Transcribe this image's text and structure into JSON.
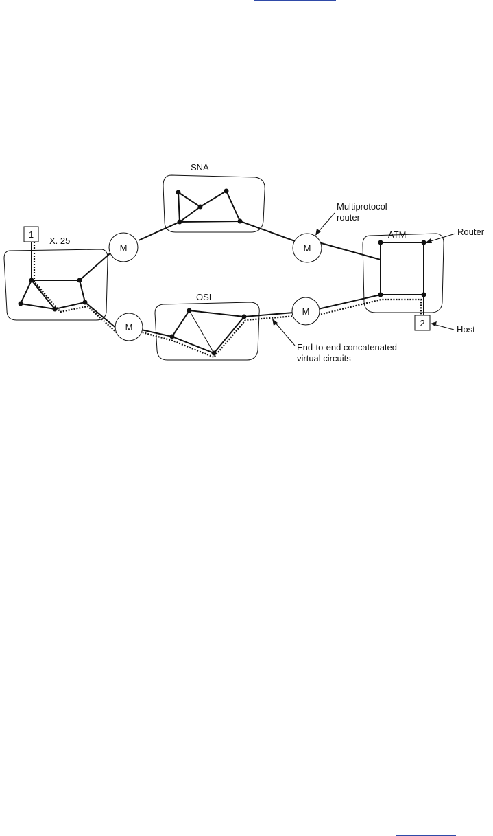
{
  "networks": {
    "sna": "SNA",
    "x25": "X. 25",
    "osi": "OSI",
    "atm": "ATM"
  },
  "router_label": "M",
  "hosts": {
    "source": "1",
    "destination": "2"
  },
  "annotations": {
    "multiprotocol_line1": "Multiprotocol",
    "multiprotocol_line2": "router",
    "router": "Router",
    "host": "Host",
    "circuits_line1": "End-to-end concatenated",
    "circuits_line2": "virtual circuits"
  }
}
